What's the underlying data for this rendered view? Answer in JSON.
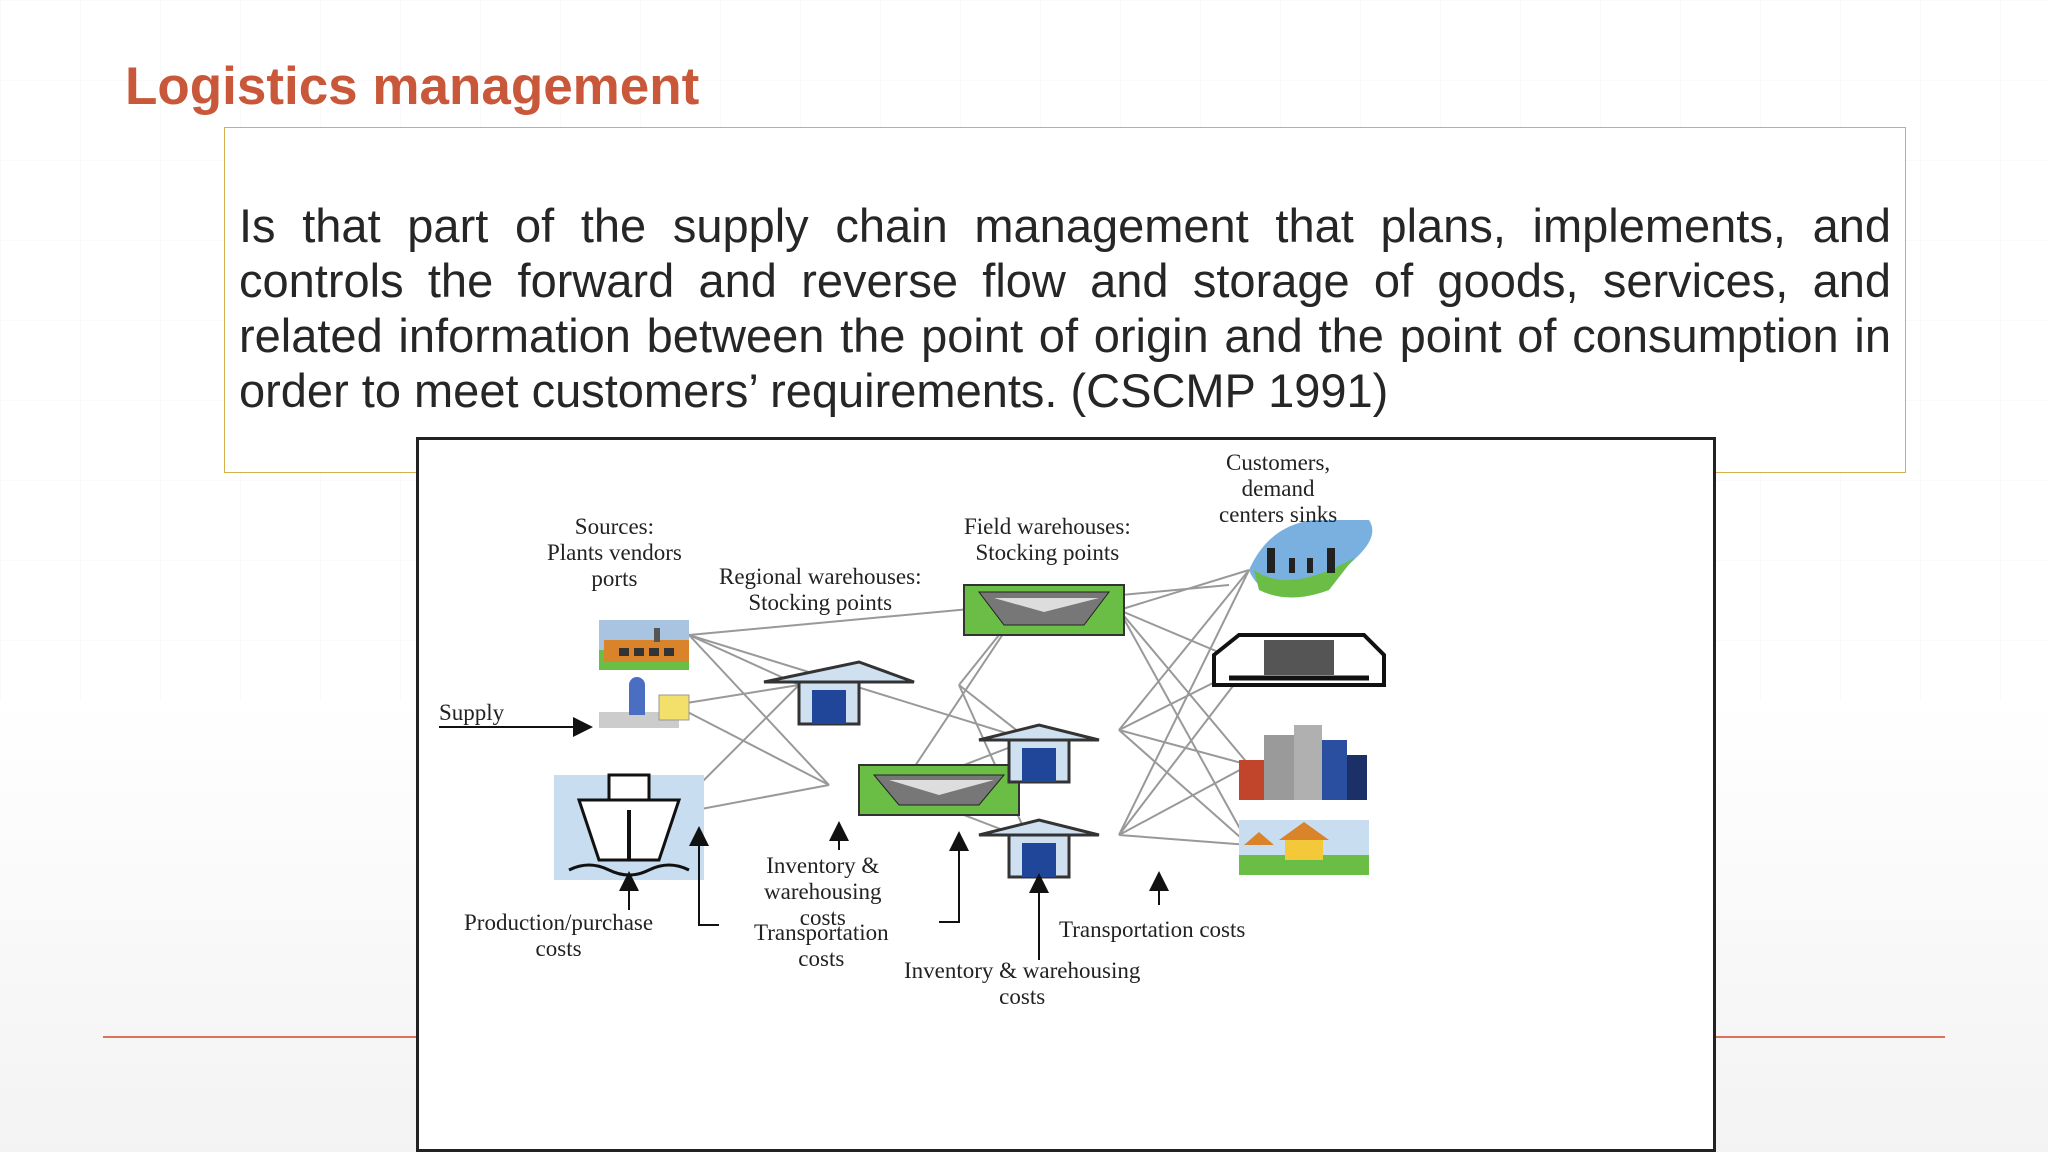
{
  "slide": {
    "title": "Logistics management",
    "definition": "Is that part of the supply chain management that plans, implements,  and controls the forward and reverse flow and storage of goods, services, and related information between the point of origin and the point of consumption in order to meet customers’ requirements. (CSCMP 1991)"
  },
  "diagram": {
    "labels": {
      "sources": "Sources:\nPlants vendors\nports",
      "regional": "Regional warehouses:\nStocking points",
      "field": "Field warehouses:\nStocking points",
      "customers": "Customers,\ndemand\ncenters sinks",
      "supply": "Supply",
      "production": "Production/purchase\ncosts",
      "inventory1": "Inventory &\nwarehousing\ncosts",
      "transport1": "Transportation\ncosts",
      "inventory2": "Inventory & warehousing\ncosts",
      "transport2": "Transportation costs"
    }
  }
}
